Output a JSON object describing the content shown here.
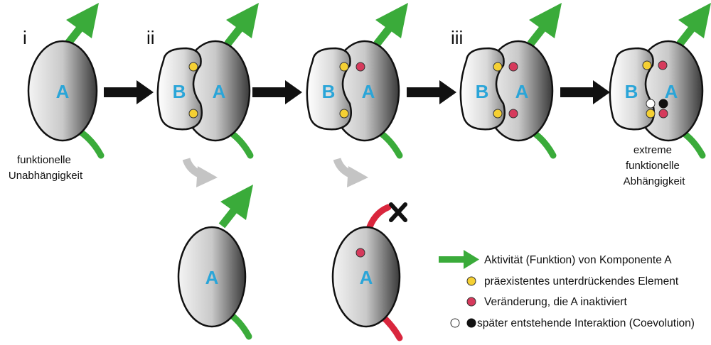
{
  "stages": [
    {
      "id": "i",
      "label": "i"
    },
    {
      "id": "ii",
      "label": "ii"
    },
    {
      "id": "iii",
      "label": "iii"
    }
  ],
  "components": {
    "a": "A",
    "b": "B"
  },
  "captions": {
    "left": [
      "funktionelle",
      "Unabhängigkeit"
    ],
    "right": [
      "extreme",
      "funktionelle",
      "Abhängigkeit"
    ]
  },
  "legend": {
    "activity": "Aktivität (Funktion) von Komponente A",
    "preexisting": "präexistentes unterdrückendes Element",
    "change": "Veränderung, die A inaktiviert",
    "later": "später entstehende Interaktion (Coevolution)"
  },
  "colors": {
    "green": "#3aab3a",
    "black_arrow": "#111111",
    "grey_arrow": "#c4c4c4",
    "red_inactive": "#d9263d",
    "yellow": "#f5d033",
    "pink": "#d63a5c",
    "letters": "#2aa5d8"
  },
  "icons": [
    "green-arrow-icon",
    "black-arrow-icon",
    "grey-curved-arrow-icon",
    "cross-icon"
  ]
}
